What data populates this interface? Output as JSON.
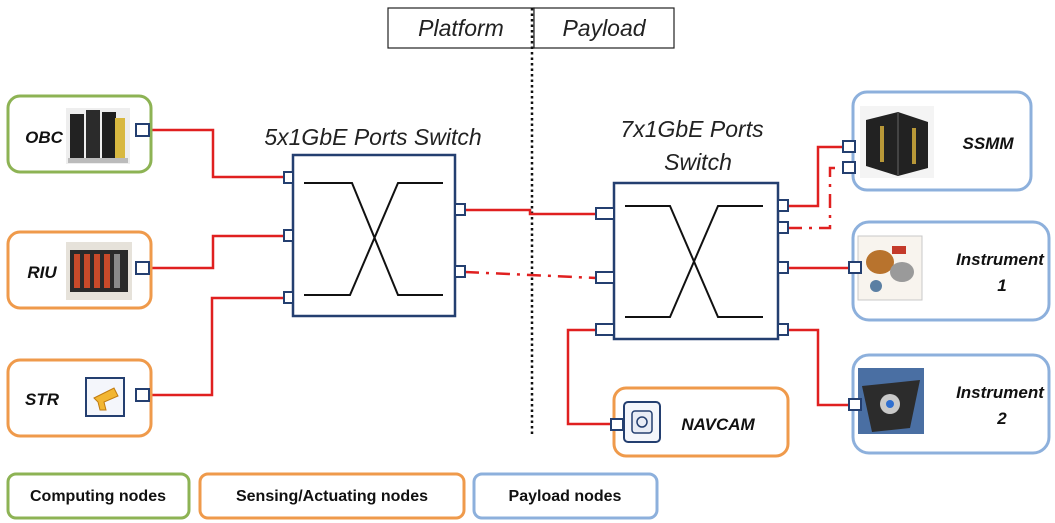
{
  "header": {
    "platform_label": "Platform",
    "payload_label": "Payload"
  },
  "switches": {
    "left_label": "5x1GbE Ports Switch",
    "right_label_line1": "7x1GbE Ports",
    "right_label_line2": "Switch"
  },
  "nodes": {
    "obc": "OBC",
    "riu": "RIU",
    "str": "STR",
    "ssmm": "SSMM",
    "instrument1_line1": "Instrument",
    "instrument1_line2": "1",
    "instrument2_line1": "Instrument",
    "instrument2_line2": "2",
    "navcam": "NAVCAM"
  },
  "legend": {
    "computing": "Computing nodes",
    "sensing": "Sensing/Actuating nodes",
    "payload": "Payload nodes"
  },
  "colors": {
    "computing": "#8db354",
    "sensing": "#ef9a4b",
    "payload": "#8db0dc",
    "link": "#e02020",
    "switch_border": "#243f70"
  }
}
